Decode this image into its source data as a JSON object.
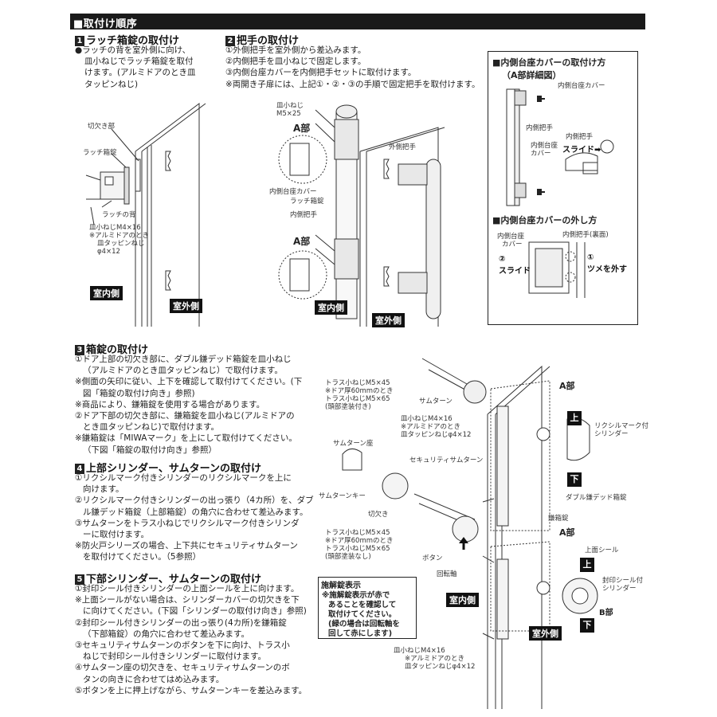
{
  "header": {
    "title": "■取付け順序"
  },
  "s1": {
    "num": "1",
    "title": "ラッチ箱錠の取付け",
    "body": [
      "●ラッチの背を室外側に向け、",
      "皿小ねじでラッチ箱錠を取付",
      "けます。(アルミドアのとき皿",
      "タッピンねじ)"
    ],
    "labels": {
      "notch": "切欠き部",
      "latch": "ラッチ箱錠",
      "back": "ラッチの背",
      "screw1": "皿小ねじM4×16",
      "screw2": "※アルミドアのとき",
      "screw3": "皿タッピンねじ",
      "screw4": "φ4×12"
    },
    "inside": "室内側",
    "outside": "室外側"
  },
  "s2": {
    "num": "2",
    "title": "把手の取付け",
    "body": [
      "①外側把手を室外側から差込みます。",
      "②内側把手を皿小ねじで固定します。",
      "③内側台座カバーを内側把手セットに取付けます。",
      "※両開き子扉には、上記①・②・③の手順で固定把手を取付けます。"
    ],
    "labels": {
      "screw1": "皿小ねじ",
      "screw2": "M5×25",
      "a1": "A部",
      "a2": "A部",
      "cover": "内側台座カバー",
      "latch": "ラッチ箱錠",
      "inhandle": "内側把手",
      "outhandle": "外側把手"
    },
    "inside": "室内側",
    "outside": "室外側"
  },
  "cover_box": {
    "title1": "■内側台座カバーの取付け方",
    "title2": "（A部詳細図）",
    "l_cover": "内側台座カバー",
    "l_inhandle": "内側把手",
    "l_inhandle2": "内側把手",
    "l_cover2a": "内側台座",
    "l_cover2b": "カバー",
    "slide": "スライド",
    "title3": "■内側台座カバーの外し方",
    "l_cover3a": "内側台座",
    "l_cover3b": "カバー",
    "l_back": "内側把手(裏面)",
    "step1": "①",
    "step1t": "ツメを外す",
    "step2": "②",
    "step2t": "スライド"
  },
  "s3": {
    "num": "3",
    "title": "箱錠の取付け",
    "body": [
      "①ドア上部の切欠き部に、ダブル鎌デッド箱錠を皿小ねじ",
      "（アルミドアのとき皿タッピンねじ）で取付けます。",
      "※側面の矢印に従い、上下を確認して取付けてください。(下",
      "図「箱錠の取付け向き」参照)",
      "※商品により、鎌箱錠を使用する場合があります。",
      "②ドア下部の切欠き部に、鎌箱錠を皿小ねじ(アルミドアの",
      "とき皿タッピンねじ)で取付けます。",
      "※鎌箱錠は「MIWAマーク」を上にして取付けてください。",
      "（下図「箱錠の取付け向き」参照）"
    ]
  },
  "s4": {
    "num": "4",
    "title": "上部シリンダー、サムターンの取付け",
    "body": [
      "①リクシルマーク付きシリンダーのリクシルマークを上に",
      "向けます。",
      "②リクシルマーク付きシリンダーの出っ張り（4カ所）を、ダブ",
      "ル鎌デッド箱錠（上部箱錠）の角穴に合わせて差込みます。",
      "③サムターンをトラス小ねじでリクシルマーク付きシリンダ",
      "ーに取付けます。",
      "※防火戸シリーズの場合、上下共にセキュリティサムターン",
      "を取付けてください。（5参照）"
    ]
  },
  "s5": {
    "num": "5",
    "title": "下部シリンダー、サムターンの取付け",
    "body": [
      "①封印シール付きシリンダーの上面シールを上に向けます。",
      "※上面シールがない場合は、シリンダーカバーの切欠きを下",
      "に向けてください。(下図「シリンダーの取付け向き」参照)",
      "②封印シール付きシリンダーの出っ張り(4カ所)を鎌箱錠",
      "（下部箱錠）の角穴に合わせて差込みます。",
      "③セキュリティサムターンのボタンを下に向け、トラス小",
      "ねじで封印シール付きシリンダーに取付けます。",
      "④サムターン座の切欠きを、セキュリティサムターンのボ",
      "タンの向きに合わせてはめ込みます。",
      "⑤ボタンを上に押上げながら、サムターンキーを差込みます。"
    ]
  },
  "diagram3": {
    "truss1": "トラス小ねじM5×45",
    "truss2": "※ドア厚60mmのとき",
    "truss3": "トラス小ねじM5×65",
    "truss4": "(頭部塗装付き)",
    "thumbturn": "サムターン",
    "screwM4a": "皿小ねじM4×16",
    "screwM4b": "※アルミドアのとき",
    "screwM4c": "皿タッピンねじφ4×12",
    "a_part": "A部",
    "up1": "上",
    "down1": "下",
    "lixil_cyl1": "リクシルマーク付",
    "lixil_cyl2": "シリンダー",
    "seat": "サムターン座",
    "sec_turn": "セキュリティサムターン",
    "turnkey": "サムターンキー",
    "notch": "切欠き",
    "double_lock": "ダブル鎌デッド箱錠",
    "kama": "鎌箱錠",
    "a_part2": "A部",
    "truss_b1": "トラス小ねじM5×45",
    "truss_b2": "※ドア厚60mmのとき",
    "truss_b3": "トラス小ねじM5×65",
    "truss_b4": "(頭部塗装なし)",
    "button": "ボタン",
    "axis": "回転軸",
    "top_seal": "上面シール",
    "up2": "上",
    "seal_cyl1": "封印シール付",
    "seal_cyl2": "シリンダー",
    "b_part": "B部",
    "down2": "下",
    "lock_title": "施解錠表示",
    "lock_note": [
      "※施解錠表示が赤で",
      "あることを確認して",
      "取付けてください。",
      "(緑の場合は回転軸を",
      "回して赤にします)"
    ],
    "inside": "室内側",
    "outside": "室外側",
    "bottom1": "皿小ねじM4×16",
    "bottom2": "※アルミドアのとき",
    "bottom3": "皿タッピンねじφ4×12"
  }
}
